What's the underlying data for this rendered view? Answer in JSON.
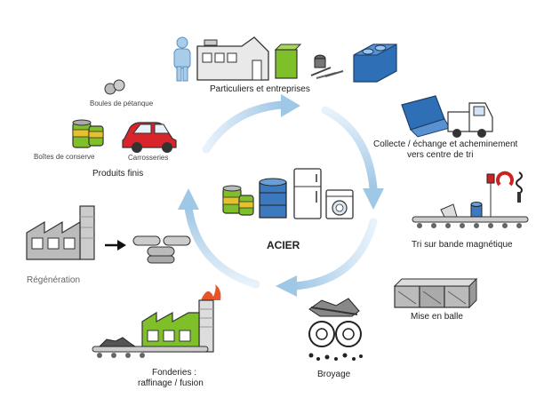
{
  "center_label": "ACIER",
  "stages": {
    "particuliers": "Particuliers et entreprises",
    "collecte_line1": "Collecte / échange et acheminement",
    "collecte_line2": "vers centre de tri",
    "tri": "Tri sur bande magnétique",
    "mise_en_balle": "Mise en balle",
    "broyage": "Broyage",
    "fonderies_line1": "Fonderies :",
    "fonderies_line2": "raffinage / fusion",
    "regeneration": "Régénération",
    "produits_finis": "Produits finis"
  },
  "products": {
    "boules": "Boules de pétanque",
    "boites": "Boîtes de conserve",
    "carrosseries": "Carrosseries"
  },
  "colors": {
    "cycle_arrow": "#a9cde9",
    "cycle_arrow_light": "#e6f1fa",
    "green": "#7fbf2a",
    "blue": "#2f6fb5",
    "red": "#d9242b",
    "grey": "#a0a0a0"
  }
}
